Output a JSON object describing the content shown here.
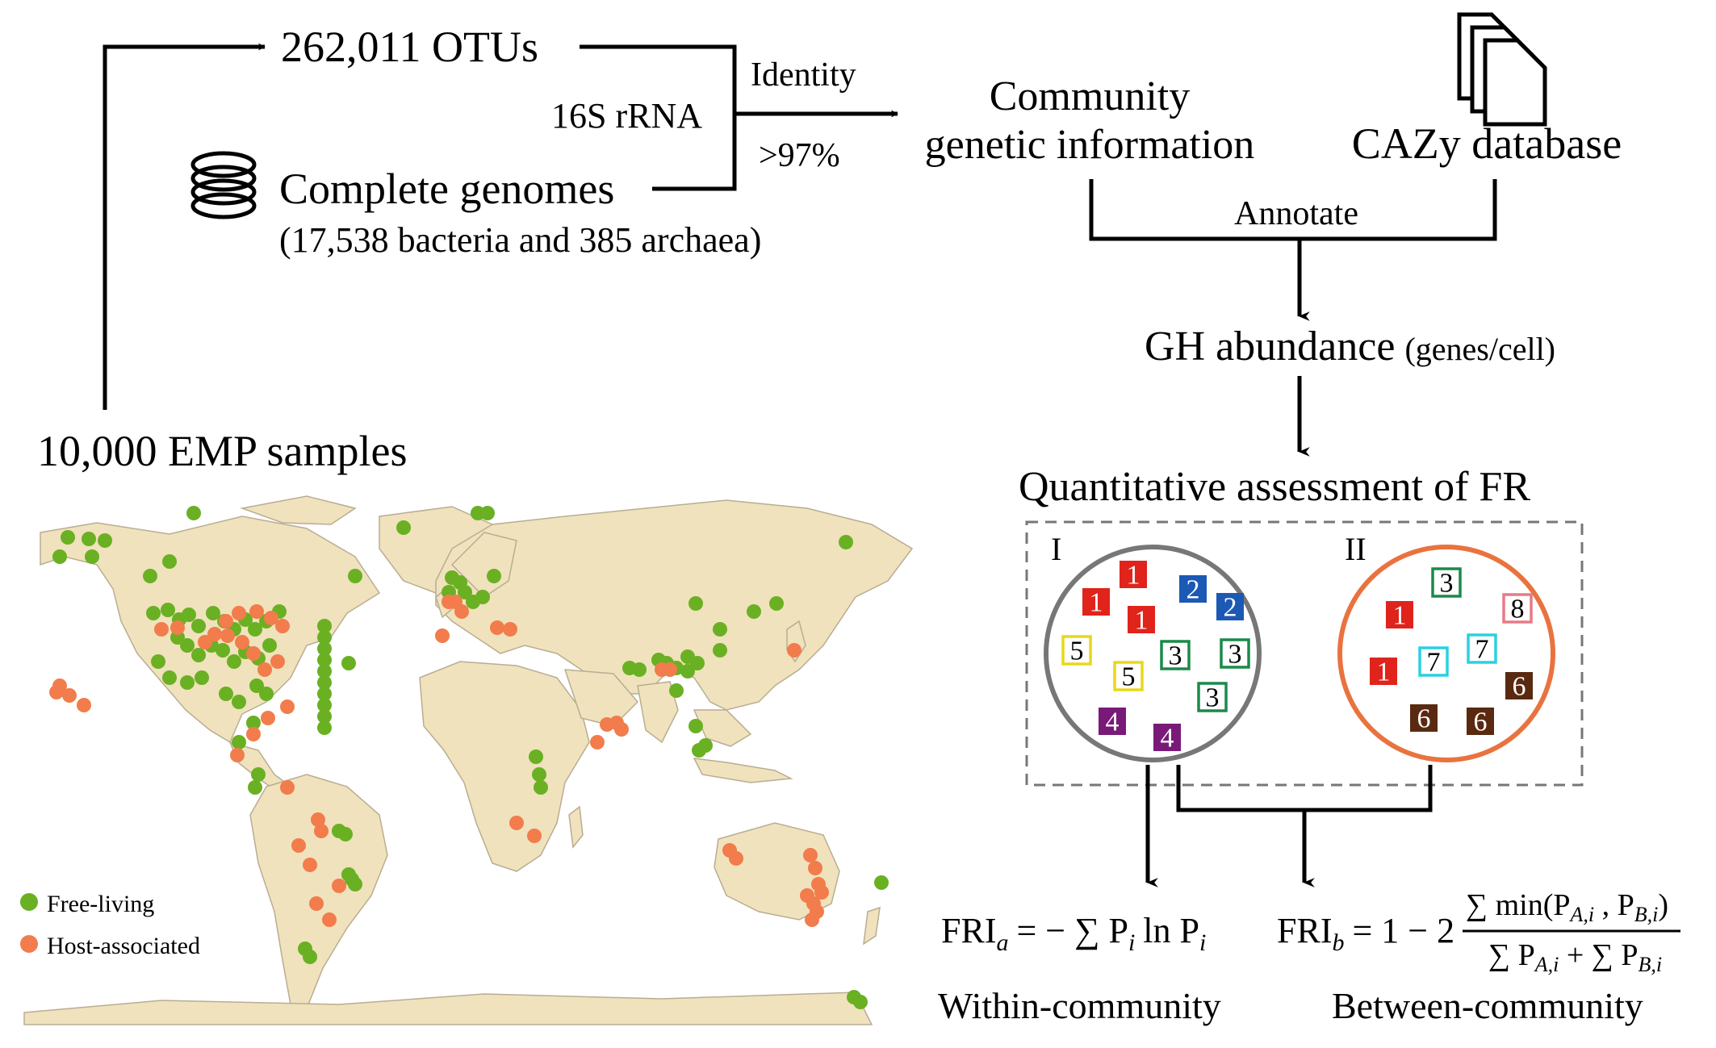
{
  "flow": {
    "otus": "262,011 OTUs",
    "rrna": "16S rRNA",
    "identity": "Identity",
    "threshold": ">97%",
    "genomes": "Complete genomes",
    "genomes_detail": "(17,538 bacteria and 385 archaea)",
    "samples": "10,000 EMP samples",
    "community_line1": "Community",
    "community_line2": "genetic information",
    "cazy": "CAZy database",
    "annotate": "Annotate",
    "gh_abundance": "GH abundance",
    "gh_unit": "(genes/cell)",
    "assessment": "Quantitative assessment of FR"
  },
  "legend": {
    "free_living": "Free-living",
    "host_associated": "Host-associated",
    "free_color": "#6ab023",
    "host_color": "#f27c4c"
  },
  "communities": {
    "one": {
      "label": "I",
      "ring_color": "#777777",
      "boxes": [
        {
          "n": "1",
          "style": "filled",
          "color": "#e0241b"
        },
        {
          "n": "1",
          "style": "filled",
          "color": "#e0241b"
        },
        {
          "n": "1",
          "style": "filled",
          "color": "#e0241b"
        },
        {
          "n": "2",
          "style": "filled",
          "color": "#1b59b4"
        },
        {
          "n": "2",
          "style": "filled",
          "color": "#1b59b4"
        },
        {
          "n": "5",
          "style": "outline",
          "color": "#e8d81a"
        },
        {
          "n": "5",
          "style": "outline",
          "color": "#e8d81a"
        },
        {
          "n": "3",
          "style": "outline",
          "color": "#1a8a4a"
        },
        {
          "n": "3",
          "style": "outline",
          "color": "#1a8a4a"
        },
        {
          "n": "3",
          "style": "outline",
          "color": "#1a8a4a"
        },
        {
          "n": "4",
          "style": "filled",
          "color": "#7a1a78"
        },
        {
          "n": "4",
          "style": "filled",
          "color": "#7a1a78"
        }
      ]
    },
    "two": {
      "label": "II",
      "ring_color": "#e9733f",
      "boxes": [
        {
          "n": "3",
          "style": "outline",
          "color": "#1a8a4a"
        },
        {
          "n": "8",
          "style": "outline",
          "color": "#e87a86"
        },
        {
          "n": "1",
          "style": "filled",
          "color": "#e0241b"
        },
        {
          "n": "7",
          "style": "outline",
          "color": "#2ad0e0"
        },
        {
          "n": "7",
          "style": "outline",
          "color": "#2ad0e0"
        },
        {
          "n": "1",
          "style": "filled",
          "color": "#e0241b"
        },
        {
          "n": "6",
          "style": "filled",
          "color": "#5a2a10"
        },
        {
          "n": "6",
          "style": "filled",
          "color": "#5a2a10"
        },
        {
          "n": "6",
          "style": "filled",
          "color": "#5a2a10"
        }
      ]
    }
  },
  "formulas": {
    "fri_a_label": "FRI",
    "fri_a_sub": "a",
    "fri_a_rhs": "= − ∑ P",
    "fri_a_tail": "ln P",
    "sub_i": "i",
    "fri_b_label": "FRI",
    "fri_b_sub": "b",
    "fri_b_rhs": "= 1 − 2",
    "fri_b_num": "∑ min(P",
    "fri_b_num_sub1": "A,i",
    "fri_b_num_mid": " , P",
    "fri_b_num_sub2": "B,i",
    "fri_b_num_end": ")",
    "fri_b_den": "∑ P",
    "fri_b_den_sub1": "A,i",
    "fri_b_den_mid": " + ∑ P",
    "fri_b_den_sub2": "B,i",
    "within": "Within-community",
    "between": "Between-community"
  },
  "map": {
    "land_color": "#f0e2bd",
    "border_color": "#b9ad92"
  }
}
